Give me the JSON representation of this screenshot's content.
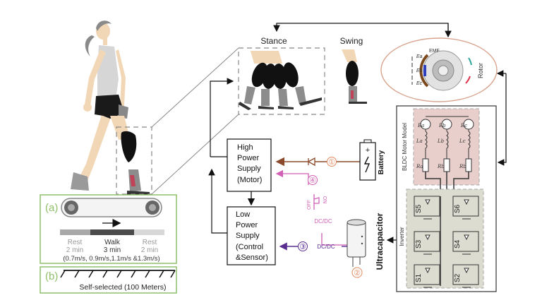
{
  "diagram": {
    "panel_a": {
      "tag": "(a)",
      "segments": [
        {
          "label": "Rest",
          "duration": "2 min"
        },
        {
          "label": "Walk",
          "duration": "3 min"
        },
        {
          "label": "Rest",
          "duration": "2 min"
        }
      ],
      "speeds": "(0.7m/s, 0.9m/s,1.1m/s &1.3m/s)"
    },
    "panel_b": {
      "tag": "(b)",
      "caption": "Self-selected (100 Meters)"
    },
    "gait": {
      "stance_label": "Stance",
      "swing_label": "Swing"
    },
    "blocks": {
      "high_power": [
        "High",
        "Power",
        "Supply",
        "(Motor)"
      ],
      "low_power": [
        "Low",
        "Power",
        "Supply",
        "(Control",
        "&Sensor)"
      ]
    },
    "paths": {
      "p1": "①",
      "p2": "②",
      "p3": "③",
      "p4": "④",
      "dcdc": "DC/DC",
      "dcdc2": "DC/DC",
      "off": "OFF",
      "on": "ON"
    },
    "battery_label": "Battery",
    "ultracap_label": "Ultracapacitor",
    "motor": {
      "emf_label": "EMF",
      "rotor_label": "Rotor",
      "bldc_label": "BLDC Motor Model",
      "inverter_label": "Inverter",
      "sources": [
        "Ea",
        "Eb",
        "Ec"
      ],
      "inductors": [
        "La",
        "Lb",
        "Lc"
      ],
      "resistors": [
        "Ra",
        "Rb",
        "Rb"
      ],
      "switches": [
        "S5",
        "S6",
        "S3",
        "S4",
        "S1",
        "S2"
      ]
    },
    "colors": {
      "panel_border": "#8fbf6a",
      "panel_tag": "#8fbf6a",
      "battery_path": "#8b4a2b",
      "switch_path": "#d15fb5",
      "ultracap_path": "#5a2d91",
      "circled_orange": "#e08a5f",
      "motor_bg": "#e8cfcc",
      "inverter_bg": "#dcdcd0",
      "ellipse": "#d8a48e"
    }
  }
}
